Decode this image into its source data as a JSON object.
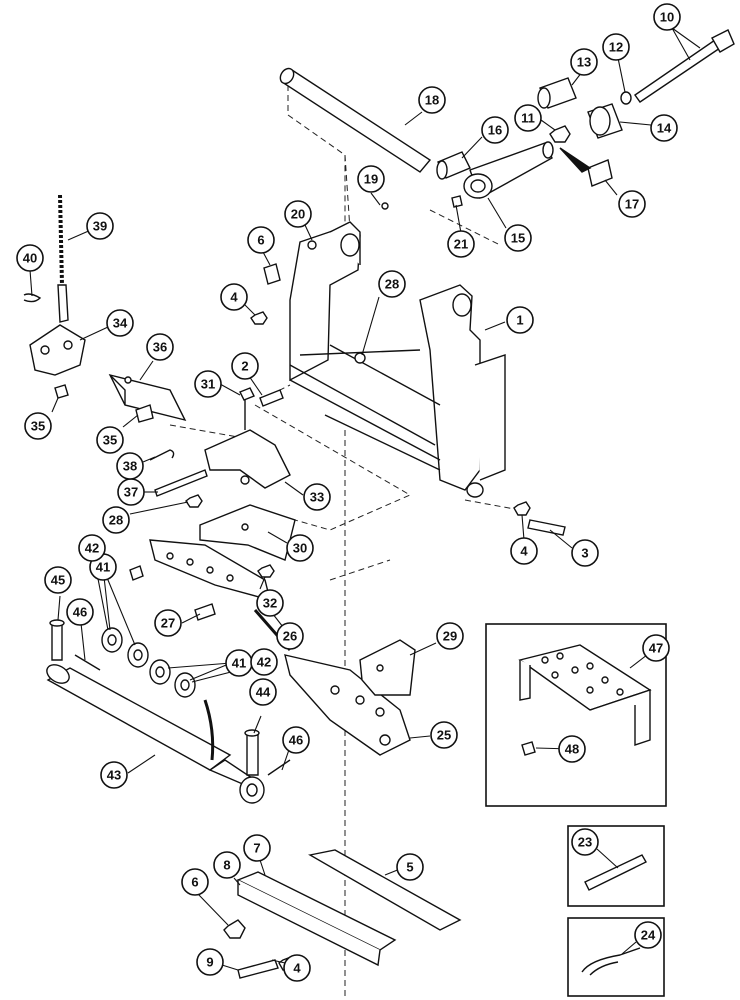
{
  "callouts": [
    {
      "id": "c1",
      "label": "1"
    },
    {
      "id": "c2",
      "label": "2"
    },
    {
      "id": "c3",
      "label": "3"
    },
    {
      "id": "c4a",
      "label": "4"
    },
    {
      "id": "c4b",
      "label": "4"
    },
    {
      "id": "c4c",
      "label": "4"
    },
    {
      "id": "c5",
      "label": "5"
    },
    {
      "id": "c6a",
      "label": "6"
    },
    {
      "id": "c6b",
      "label": "6"
    },
    {
      "id": "c7",
      "label": "7"
    },
    {
      "id": "c8",
      "label": "8"
    },
    {
      "id": "c9",
      "label": "9"
    },
    {
      "id": "c10",
      "label": "10"
    },
    {
      "id": "c11",
      "label": "11"
    },
    {
      "id": "c12",
      "label": "12"
    },
    {
      "id": "c13",
      "label": "13"
    },
    {
      "id": "c14",
      "label": "14"
    },
    {
      "id": "c15",
      "label": "15"
    },
    {
      "id": "c16",
      "label": "16"
    },
    {
      "id": "c17",
      "label": "17"
    },
    {
      "id": "c18",
      "label": "18"
    },
    {
      "id": "c19",
      "label": "19"
    },
    {
      "id": "c20",
      "label": "20"
    },
    {
      "id": "c21",
      "label": "21"
    },
    {
      "id": "c23",
      "label": "23"
    },
    {
      "id": "c24",
      "label": "24"
    },
    {
      "id": "c25",
      "label": "25"
    },
    {
      "id": "c26",
      "label": "26"
    },
    {
      "id": "c27",
      "label": "27"
    },
    {
      "id": "c28a",
      "label": "28"
    },
    {
      "id": "c28b",
      "label": "28"
    },
    {
      "id": "c29",
      "label": "29"
    },
    {
      "id": "c30",
      "label": "30"
    },
    {
      "id": "c31",
      "label": "31"
    },
    {
      "id": "c32",
      "label": "32"
    },
    {
      "id": "c33",
      "label": "33"
    },
    {
      "id": "c34",
      "label": "34"
    },
    {
      "id": "c35a",
      "label": "35"
    },
    {
      "id": "c35b",
      "label": "35"
    },
    {
      "id": "c36",
      "label": "36"
    },
    {
      "id": "c37",
      "label": "37"
    },
    {
      "id": "c38",
      "label": "38"
    },
    {
      "id": "c39",
      "label": "39"
    },
    {
      "id": "c40",
      "label": "40"
    },
    {
      "id": "c41a",
      "label": "41"
    },
    {
      "id": "c41b",
      "label": "41"
    },
    {
      "id": "c42a",
      "label": "42"
    },
    {
      "id": "c42b",
      "label": "42"
    },
    {
      "id": "c43",
      "label": "43"
    },
    {
      "id": "c44",
      "label": "44"
    },
    {
      "id": "c45",
      "label": "45"
    },
    {
      "id": "c46a",
      "label": "46"
    },
    {
      "id": "c46b",
      "label": "46"
    },
    {
      "id": "c47",
      "label": "47"
    },
    {
      "id": "c48",
      "label": "48"
    }
  ]
}
